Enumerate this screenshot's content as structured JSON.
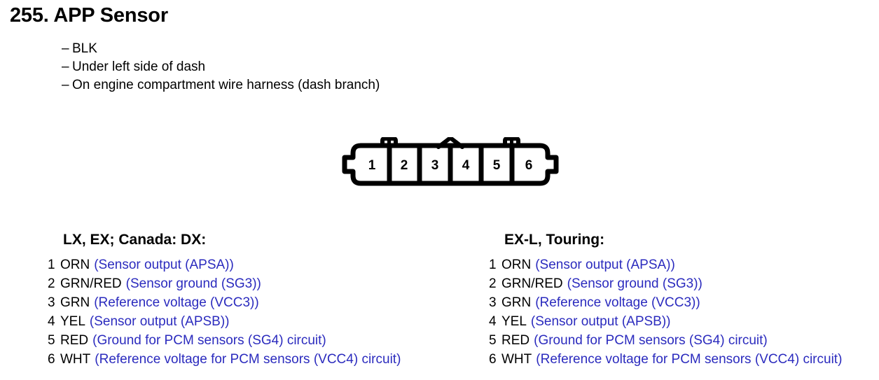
{
  "title": "255. APP Sensor",
  "notes": {
    "dash": "–",
    "items": [
      "BLK",
      "Under left side of dash",
      "On engine compartment wire harness (dash branch)"
    ]
  },
  "connector": {
    "name": "6-pin connector",
    "pins": [
      "1",
      "2",
      "3",
      "4",
      "5",
      "6"
    ]
  },
  "colors": {
    "description_blue": "#2b2bbe",
    "outline_black": "#000000"
  },
  "columns": [
    {
      "heading": "LX, EX; Canada: DX:",
      "rows": [
        {
          "index": "1",
          "wire": "ORN",
          "desc": "(Sensor output (APSA))"
        },
        {
          "index": "2",
          "wire": "GRN/RED",
          "desc": "(Sensor ground (SG3))"
        },
        {
          "index": "3",
          "wire": "GRN",
          "desc": "(Reference voltage (VCC3))"
        },
        {
          "index": "4",
          "wire": "YEL",
          "desc": "(Sensor output (APSB))"
        },
        {
          "index": "5",
          "wire": "RED",
          "desc": "(Ground for PCM sensors (SG4) circuit)"
        },
        {
          "index": "6",
          "wire": "WHT",
          "desc": "(Reference voltage for PCM sensors (VCC4) circuit)"
        }
      ]
    },
    {
      "heading": "EX-L, Touring:",
      "rows": [
        {
          "index": "1",
          "wire": "ORN",
          "desc": "(Sensor output (APSA))"
        },
        {
          "index": "2",
          "wire": "GRN/RED",
          "desc": "(Sensor ground (SG3))"
        },
        {
          "index": "3",
          "wire": "GRN",
          "desc": "(Reference voltage (VCC3))"
        },
        {
          "index": "4",
          "wire": "YEL",
          "desc": "(Sensor output (APSB))"
        },
        {
          "index": "5",
          "wire": "RED",
          "desc": "(Ground for PCM sensors (SG4) circuit)"
        },
        {
          "index": "6",
          "wire": "WHT",
          "desc": "(Reference voltage for PCM sensors (VCC4) circuit)"
        }
      ]
    }
  ]
}
